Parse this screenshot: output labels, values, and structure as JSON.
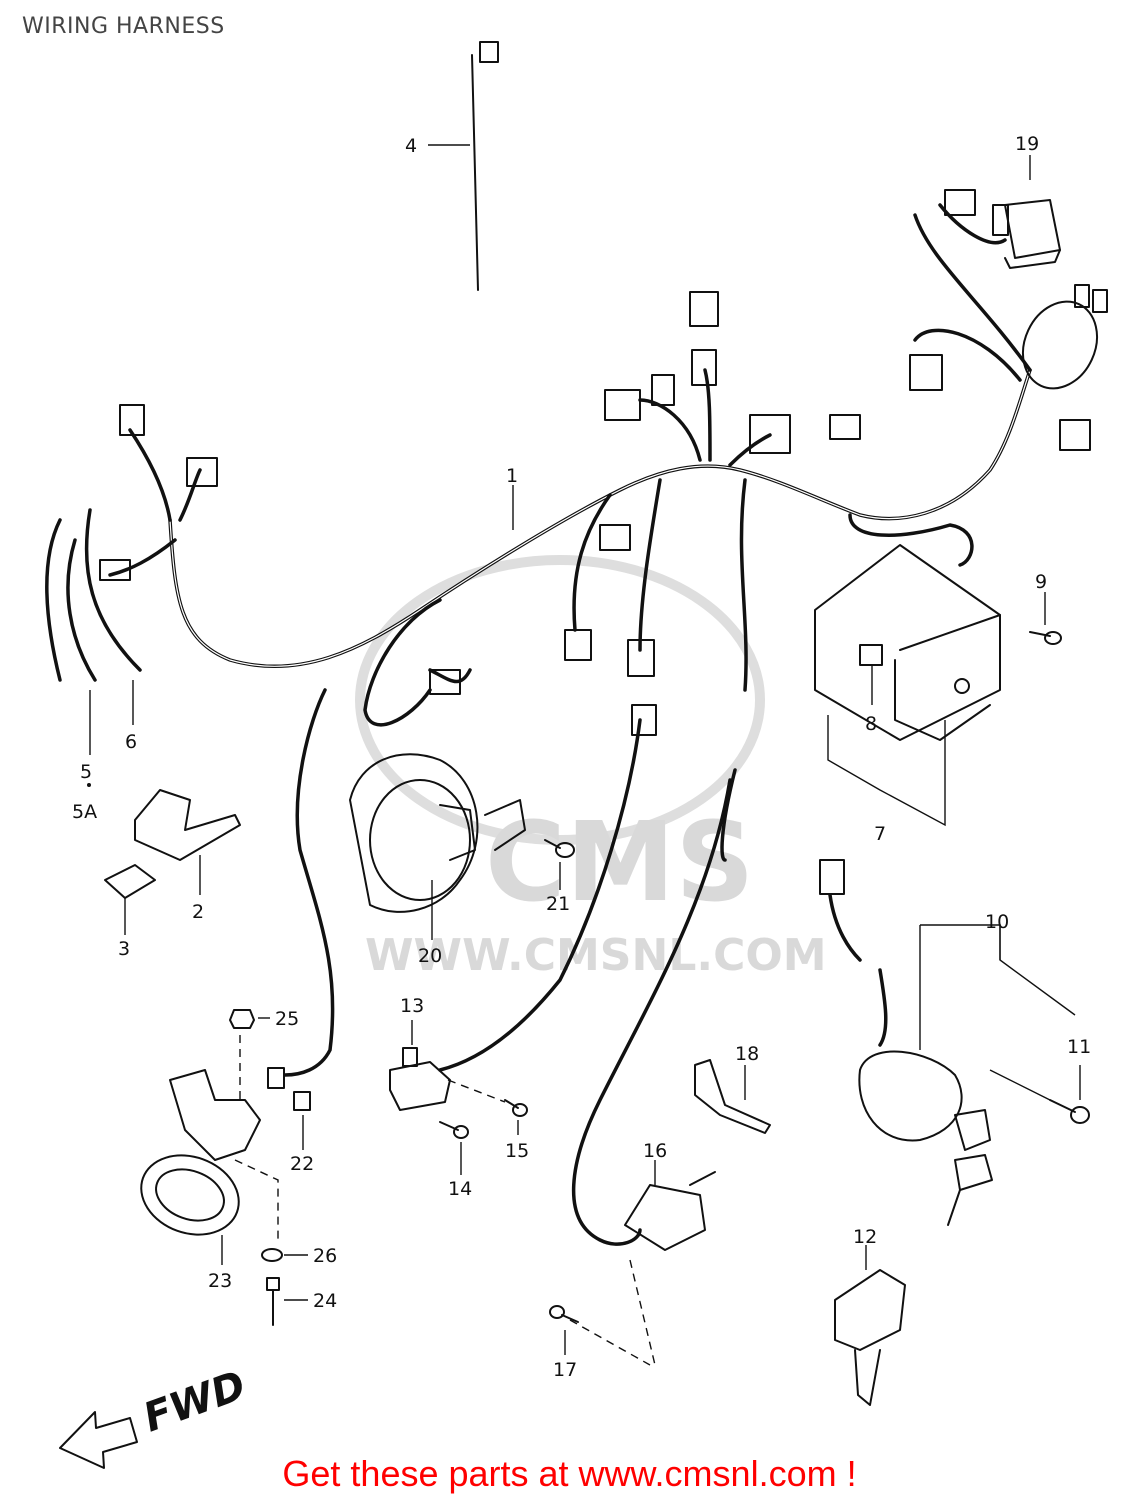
{
  "title": "WIRING HARNESS",
  "watermark": {
    "logo": "CMS",
    "url": "WWW.CMSNL.COM"
  },
  "direction_label": "FWD",
  "callouts": [
    {
      "id": "1",
      "label": "1"
    },
    {
      "id": "2",
      "label": "2"
    },
    {
      "id": "3",
      "label": "3"
    },
    {
      "id": "4",
      "label": "4"
    },
    {
      "id": "5",
      "label": "5"
    },
    {
      "id": "5A",
      "label": "5A"
    },
    {
      "id": "6",
      "label": "6"
    },
    {
      "id": "7",
      "label": "7"
    },
    {
      "id": "8",
      "label": "8"
    },
    {
      "id": "9",
      "label": "9"
    },
    {
      "id": "10",
      "label": "10"
    },
    {
      "id": "11",
      "label": "11"
    },
    {
      "id": "12",
      "label": "12"
    },
    {
      "id": "13",
      "label": "13"
    },
    {
      "id": "14",
      "label": "14"
    },
    {
      "id": "15",
      "label": "15"
    },
    {
      "id": "16",
      "label": "16"
    },
    {
      "id": "17",
      "label": "17"
    },
    {
      "id": "18",
      "label": "18"
    },
    {
      "id": "19",
      "label": "19"
    },
    {
      "id": "20",
      "label": "20"
    },
    {
      "id": "21",
      "label": "21"
    },
    {
      "id": "22",
      "label": "22"
    },
    {
      "id": "23",
      "label": "23"
    },
    {
      "id": "24",
      "label": "24"
    },
    {
      "id": "25",
      "label": "25"
    },
    {
      "id": "26",
      "label": "26"
    }
  ],
  "footer": {
    "text": "Get these parts at www.cmsnl.com !",
    "color": "#ff0000"
  }
}
